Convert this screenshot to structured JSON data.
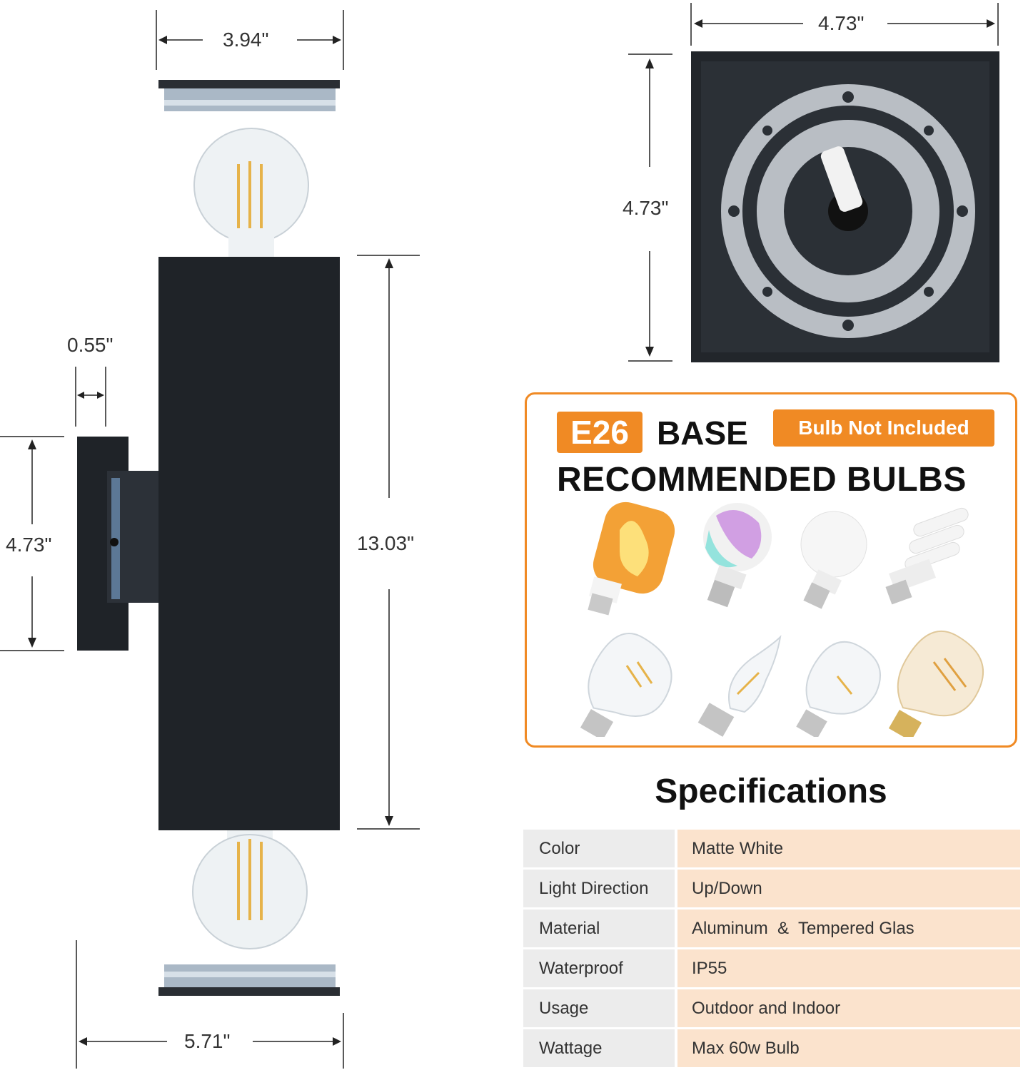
{
  "dimensions": {
    "top_width": "3.94\"",
    "depth": "0.55\"",
    "plate_height_side": "4.73\"",
    "body_height": "13.03\"",
    "bottom_width": "5.71\"",
    "plate_width": "4.73\"",
    "plate_height": "4.73\""
  },
  "bulb_panel": {
    "base_badge": "E26",
    "base_label": "BASE",
    "bulb_note": "Bulb Not Included",
    "heading": "RECOMMENDED BULBS",
    "bulb_icons": [
      "flame-bulb-icon",
      "rgb-bulb-icon",
      "led-bulb-icon",
      "spiral-cfl-icon",
      "edison-st64-icon",
      "candle-bulb-icon",
      "edison-st58-icon",
      "amber-edison-icon"
    ]
  },
  "specifications": {
    "title": "Specifications",
    "rows": [
      {
        "key": "Color",
        "value": "Matte White"
      },
      {
        "key": "Light Direction",
        "value": "Up/Down"
      },
      {
        "key": "Material",
        "value": "Aluminum  &  Tempered Glas"
      },
      {
        "key": "Waterproof",
        "value": "IP55"
      },
      {
        "key": "Usage",
        "value": "Outdoor and Indoor"
      },
      {
        "key": "Wattage",
        "value": "Max 60w Bulb"
      }
    ]
  },
  "colors": {
    "accent": "#f08a24",
    "fixture": "#1f2328",
    "spec_key_bg": "#ececec",
    "spec_value_bg": "#fbe3cd"
  }
}
